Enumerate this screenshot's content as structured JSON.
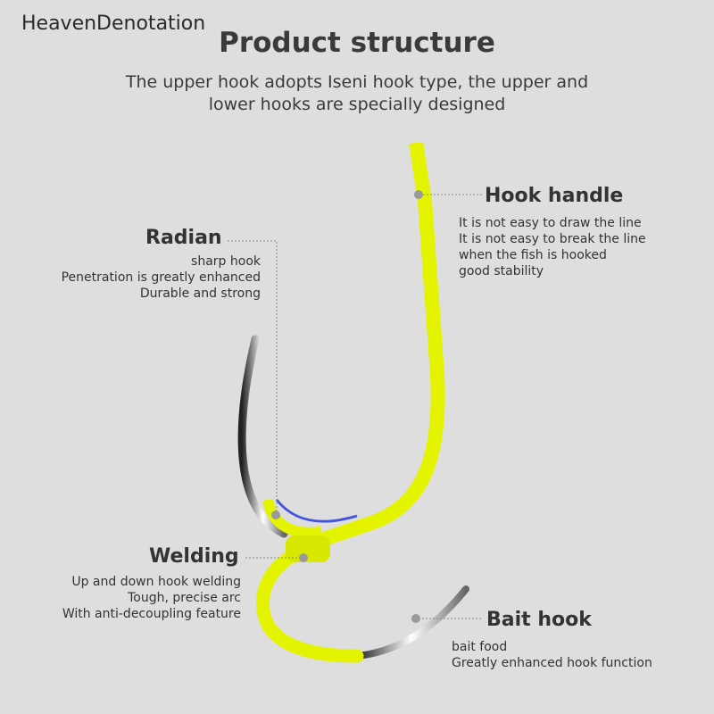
{
  "watermark": "HeavenDenotation",
  "title": "Product structure",
  "subtitle": [
    "The upper hook adopts Iseni hook type, the upper and",
    "lower hooks are specially designed"
  ],
  "hook_handle": {
    "label": "Hook handle",
    "lines": [
      "It is not easy to draw the line",
      "It is not easy to break the line",
      "when the fish is hooked",
      "good stability"
    ]
  },
  "radian": {
    "label": "Radian",
    "lines": [
      "sharp hook",
      "Penetration is greatly enhanced",
      "Durable and strong"
    ]
  },
  "welding": {
    "label": "Welding",
    "lines": [
      "Up and down hook welding",
      "Tough, precise arc",
      "With anti-decoupling feature"
    ]
  },
  "bait_hook": {
    "label": "Bait hook",
    "lines": [
      "bait food",
      "Greatly enhanced hook function"
    ]
  },
  "colors": {
    "hook": "#e4f400",
    "background": "#dedede"
  }
}
